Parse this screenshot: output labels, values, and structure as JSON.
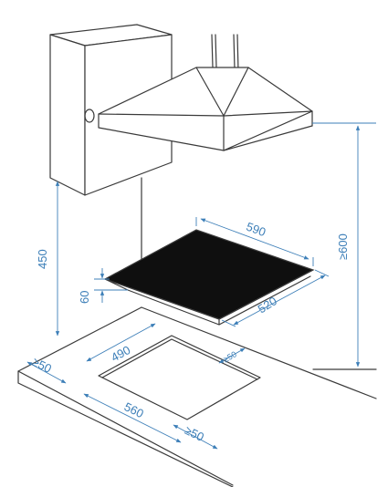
{
  "colors": {
    "dimension": "#3d7fb8",
    "outline": "#3a3a3a",
    "hob_surface": "#0f0f0f",
    "background": "#ffffff"
  },
  "dimensions": {
    "hob_width": "590",
    "hob_depth": "520",
    "hob_height": "60",
    "cutout_width": "560",
    "cutout_depth": "490",
    "hood_clearance": "≥600",
    "cabinet_clearance": "450",
    "margin_left": "≥50",
    "margin_front": "≥50",
    "margin_back": "≥50"
  }
}
